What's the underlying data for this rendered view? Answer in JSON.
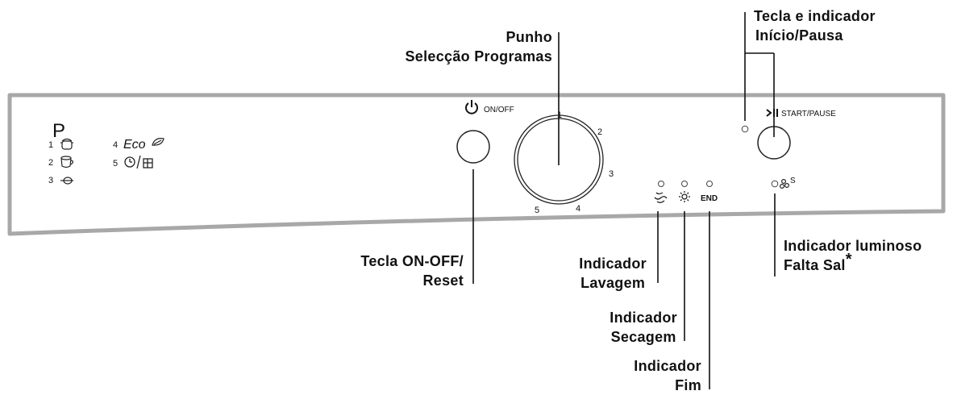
{
  "panel": {
    "program_heading": "P",
    "programs": [
      {
        "number": "1",
        "icon": "pot-icon"
      },
      {
        "number": "2",
        "icon": "cup-icon"
      },
      {
        "number": "3",
        "icon": "glass-icon"
      },
      {
        "number": "4",
        "label": "Eco",
        "icon": "leaf-icon"
      },
      {
        "number": "5",
        "icon": "clock-half-load-icon"
      }
    ],
    "power_label": "ON/OFF",
    "start_pause_label": "START/PAUSE",
    "dial_numbers": [
      "1",
      "2",
      "3",
      "4",
      "5"
    ],
    "end_label": "END",
    "salt_label": "S"
  },
  "callouts": {
    "program_knob": {
      "line1": "Punho",
      "line2": "Selecção  Programas"
    },
    "start_pause": {
      "line1": "Tecla  e indicador",
      "line2": "Início/Pausa"
    },
    "on_off": {
      "line1": "Tecla  ON-OFF/",
      "line2": "Reset"
    },
    "washing": {
      "line1": "Indicador",
      "line2": "Lavagem"
    },
    "drying": {
      "line1": "Indicador",
      "line2": "Secagem"
    },
    "end": {
      "line1": "Indicador",
      "line2": "Fim"
    },
    "salt": {
      "line1": "Indicador  luminoso",
      "line2": "Falta Sal",
      "mark": "*"
    }
  }
}
